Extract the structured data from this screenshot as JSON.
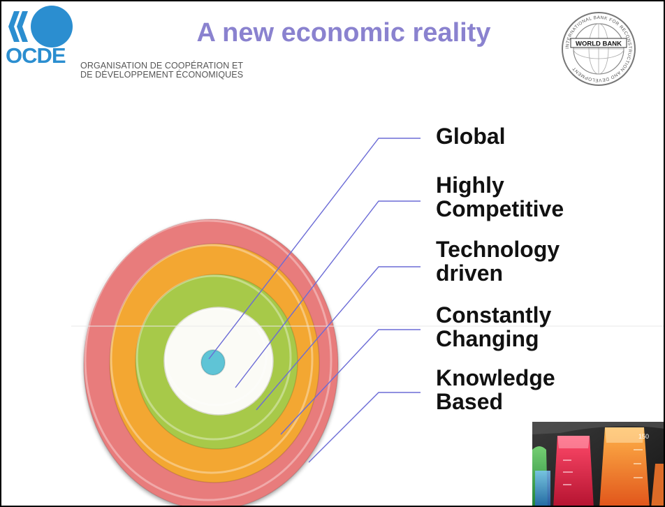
{
  "header": {
    "title": "A new economic reality",
    "ocde_logo_text": "OCDE",
    "ocde_name_line1": "ORGANISATION DE COOPÉRATION ET",
    "ocde_name_line2": "DE DÉVELOPPEMENT ÉCONOMIQUES",
    "world_bank_text": "WORLD BANK",
    "world_bank_ring_text": "INTERNATIONAL BANK FOR RECONSTRUCTION AND DEVELOPMENT"
  },
  "diagram": {
    "labels": [
      {
        "line1": "Global",
        "line2": ""
      },
      {
        "line1": "Highly",
        "line2": "Competitive"
      },
      {
        "line1": "Technology",
        "line2": "driven"
      },
      {
        "line1": "Constantly",
        "line2": "Changing"
      },
      {
        "line1": "Knowledge",
        "line2": "Based"
      }
    ],
    "ring_colors": [
      "#e87b7b",
      "#f3a732",
      "#a7c94a",
      "#fbfbf6",
      "#5fc4d6"
    ],
    "leader_line_color": "#6b6bd6",
    "label_color": "#111111"
  },
  "photo": {
    "description_icon": "lab-beakers-photo",
    "beaker_mark": "150"
  }
}
